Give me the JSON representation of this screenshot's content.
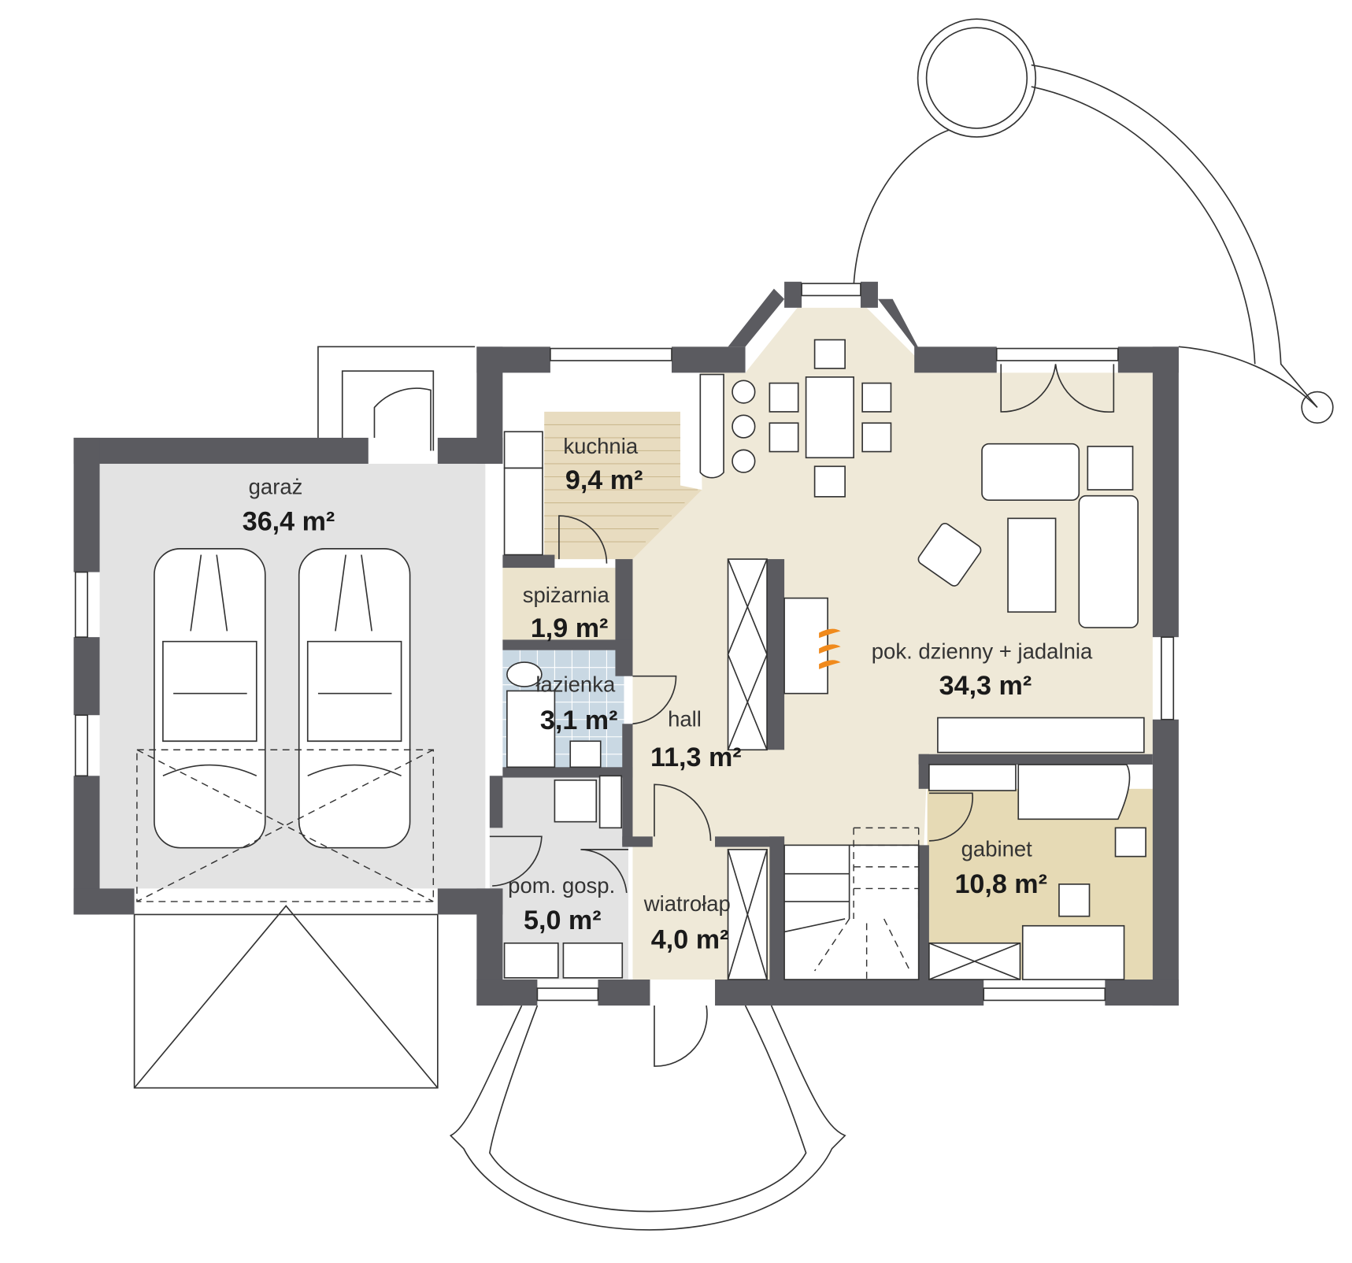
{
  "colors": {
    "wall": "#5b5b60",
    "garage_floor": "#e3e3e3",
    "living_floor": "#efe9d8",
    "kitchen_floor": "#e8dcc0",
    "pantry_floor": "#ebe3cc",
    "bathroom_tiles": "#c9d8e3",
    "office_floor": "#e6dab5",
    "fireplace_flame": "#f08a1c"
  },
  "rooms": [
    {
      "name": "garaż",
      "area": "36,4 m²"
    },
    {
      "name": "kuchnia",
      "area": "9,4 m²"
    },
    {
      "name": "spiżarnia",
      "area": "1,9 m²"
    },
    {
      "name": "łazienka",
      "area": "3,1 m²"
    },
    {
      "name": "hall",
      "area": "11,3 m²"
    },
    {
      "name": "pok. dzienny + jadalnia",
      "area": "34,3 m²"
    },
    {
      "name": "gabinet",
      "area": "10,8 m²"
    },
    {
      "name": "pom. gosp.",
      "area": "5,0 m²"
    },
    {
      "name": "wiatrołap",
      "area": "4,0 m²"
    }
  ]
}
